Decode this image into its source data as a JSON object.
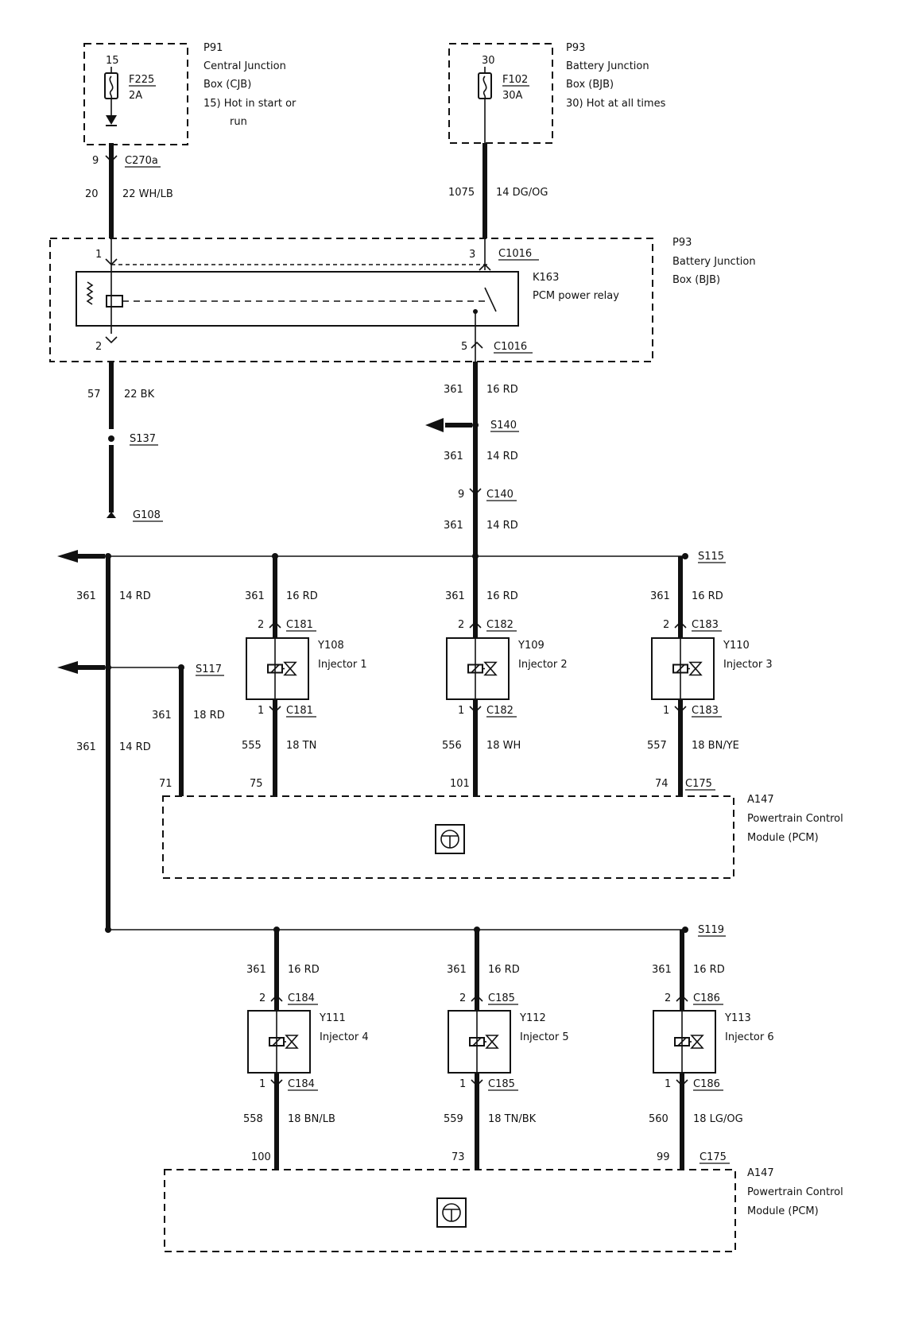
{
  "top_sources": {
    "cjb": {
      "id": "P91",
      "name_l1": "Central Junction",
      "name_l2": "Box (CJB)",
      "note_l1": "15)   Hot in start or",
      "note_l2": "run",
      "pin": "15",
      "fuse_id": "F225",
      "fuse_rating": "2A"
    },
    "bjb": {
      "id": "P93",
      "name_l1": "Battery Junction",
      "name_l2": "Box (BJB)",
      "note": "30)   Hot at all times",
      "pin": "30",
      "fuse_id": "F102",
      "fuse_rating": "30A"
    }
  },
  "wires_top": {
    "left_pin": "9",
    "left_connector": "C270a",
    "left_circuit": "20",
    "left_spec": "22 WH/LB",
    "right_circuit": "1075",
    "right_spec": "14 DG/OG"
  },
  "relay_box": {
    "id": "P93",
    "name_l1": "Battery Junction",
    "name_l2": "Box (BJB)",
    "relay_id": "K163",
    "relay_name": "PCM power relay",
    "pin_top_left": "1",
    "pin_top_right": "3",
    "connector_top": "C1016",
    "pin_bottom_left": "2",
    "pin_bottom_right": "5",
    "connector_bottom": "C1016"
  },
  "ground_path": {
    "circuit": "57",
    "spec": "22 BK",
    "splice": "S137",
    "ground": "G108"
  },
  "feed_path": {
    "c1": "361",
    "s1": "16 RD",
    "splice": "S140",
    "c2": "361",
    "s2": "14 RD",
    "pin": "9",
    "connector": "C140",
    "c3": "361",
    "s3": "14 RD"
  },
  "bank1": {
    "splice": "S115",
    "left_trunk": {
      "circuit": "361",
      "spec": "14 RD"
    },
    "left_trunk2": {
      "circuit": "361",
      "spec": "14 RD"
    },
    "s117": {
      "splice": "S117",
      "circuit": "361",
      "spec": "18 RD",
      "pcm_pin": "71"
    },
    "injectors": [
      {
        "feed_circuit": "361",
        "feed_spec": "16 RD",
        "top_pin": "2",
        "connector": "C181",
        "id": "Y108",
        "name": "Injector 1",
        "bottom_pin": "1",
        "out_circuit": "555",
        "out_spec": "18 TN",
        "pcm_pin": "75"
      },
      {
        "feed_circuit": "361",
        "feed_spec": "16 RD",
        "top_pin": "2",
        "connector": "C182",
        "id": "Y109",
        "name": "Injector 2",
        "bottom_pin": "1",
        "out_circuit": "556",
        "out_spec": "18 WH",
        "pcm_pin": "101"
      },
      {
        "feed_circuit": "361",
        "feed_spec": "16 RD",
        "top_pin": "2",
        "connector": "C183",
        "id": "Y110",
        "name": "Injector 3",
        "bottom_pin": "1",
        "out_circuit": "557",
        "out_spec": "18 BN/YE",
        "pcm_pin": "74"
      }
    ],
    "pcm_connector": "C175",
    "pcm": {
      "id": "A147",
      "name_l1": "Powertrain Control",
      "name_l2": "Module (PCM)"
    }
  },
  "bank2": {
    "splice": "S119",
    "injectors": [
      {
        "feed_circuit": "361",
        "feed_spec": "16 RD",
        "top_pin": "2",
        "connector": "C184",
        "id": "Y111",
        "name": "Injector 4",
        "bottom_pin": "1",
        "out_circuit": "558",
        "out_spec": "18 BN/LB",
        "pcm_pin": "100"
      },
      {
        "feed_circuit": "361",
        "feed_spec": "16 RD",
        "top_pin": "2",
        "connector": "C185",
        "id": "Y112",
        "name": "Injector 5",
        "bottom_pin": "1",
        "out_circuit": "559",
        "out_spec": "18 TN/BK",
        "pcm_pin": "73"
      },
      {
        "feed_circuit": "361",
        "feed_spec": "16 RD",
        "top_pin": "2",
        "connector": "C186",
        "id": "Y113",
        "name": "Injector 6",
        "bottom_pin": "1",
        "out_circuit": "560",
        "out_spec": "18 LG/OG",
        "pcm_pin": "99"
      }
    ],
    "pcm_connector": "C175",
    "pcm": {
      "id": "A147",
      "name_l1": "Powertrain Control",
      "name_l2": "Module (PCM)"
    }
  }
}
